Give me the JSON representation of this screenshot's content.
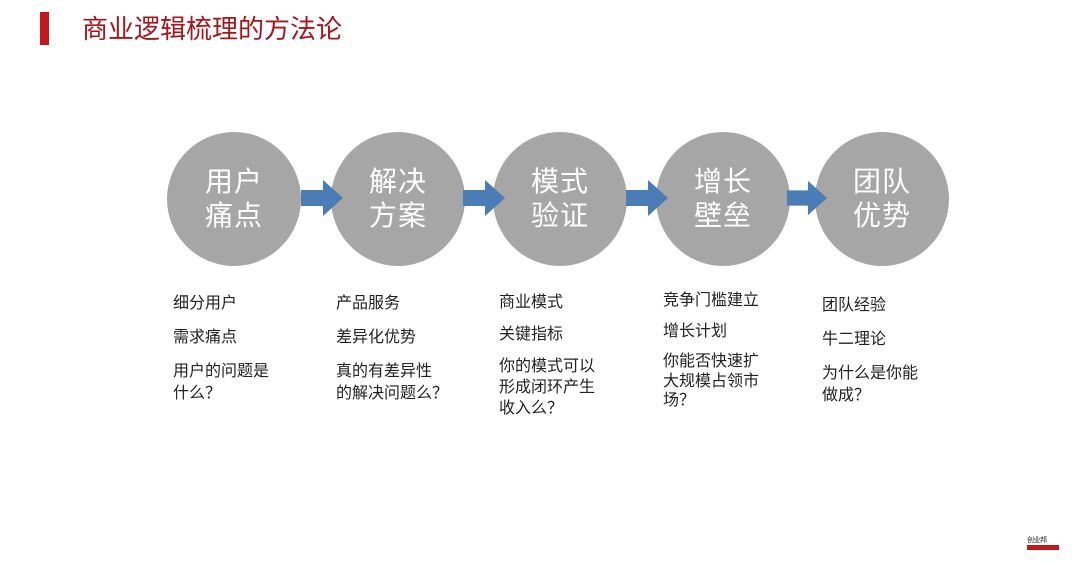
{
  "title": "商业逻辑梳理的方法论",
  "colors": {
    "accent": "#c4161c",
    "circle": "#a6a6a6",
    "arrow": "#4a7db5"
  },
  "steps": [
    {
      "line1": "用户",
      "line2": "痛点",
      "items": [
        "细分用户",
        "需求痛点",
        "用户的问题是",
        "什么？"
      ]
    },
    {
      "line1": "解决",
      "line2": "方案",
      "items": [
        "产品服务",
        "差异化优势",
        "真的有差异性",
        "的解决问题么？"
      ]
    },
    {
      "line1": "模式",
      "line2": "验证",
      "items": [
        "商业模式",
        "关键指标",
        "你的模式可以",
        "形成闭环产生",
        "收入么？"
      ]
    },
    {
      "line1": "增长",
      "line2": "壁垒",
      "items": [
        "竞争门槛建立",
        "增长计划",
        "你能否快速扩",
        "大规模占领市",
        "场？"
      ]
    },
    {
      "line1": "团队",
      "line2": "优势",
      "items": [
        "团队经验",
        "牛二理论",
        "为什么是你能",
        "做成？"
      ]
    }
  ],
  "logo": {
    "text": "创业邦"
  }
}
